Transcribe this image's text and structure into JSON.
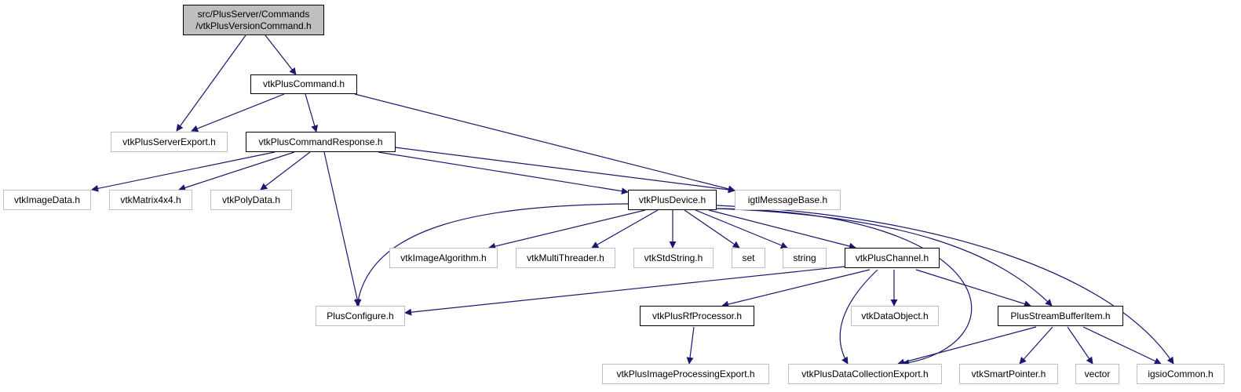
{
  "root": {
    "line1": "src/PlusServer/Commands",
    "line2": "/vtkPlusVersionCommand.h"
  },
  "nodes": {
    "vtkPlusCommand": "vtkPlusCommand.h",
    "vtkPlusServerExport": "vtkPlusServerExport.h",
    "vtkPlusCommandResponse": "vtkPlusCommandResponse.h",
    "vtkImageData": "vtkImageData.h",
    "vtkMatrix4x4": "vtkMatrix4x4.h",
    "vtkPolyData": "vtkPolyData.h",
    "igtlMessageBase": "igtlMessageBase.h",
    "vtkPlusDevice": "vtkPlusDevice.h",
    "vtkImageAlgorithm": "vtkImageAlgorithm.h",
    "vtkMultiThreader": "vtkMultiThreader.h",
    "vtkStdString": "vtkStdString.h",
    "set": "set",
    "string": "string",
    "vtkPlusChannel": "vtkPlusChannel.h",
    "PlusConfigure": "PlusConfigure.h",
    "vtkPlusRfProcessor": "vtkPlusRfProcessor.h",
    "vtkDataObject": "vtkDataObject.h",
    "PlusStreamBufferItem": "PlusStreamBufferItem.h",
    "vtkPlusImageProcessingExport": "vtkPlusImageProcessingExport.h",
    "vtkPlusDataCollectionExport": "vtkPlusDataCollectionExport.h",
    "vtkSmartPointer": "vtkSmartPointer.h",
    "vector": "vector",
    "igsioCommon": "igsioCommon.h"
  },
  "colors": {
    "edge": "#191970",
    "root_fill": "#bfbfbf",
    "external_border": "#bfbfbf",
    "documented_border": "#000000"
  }
}
